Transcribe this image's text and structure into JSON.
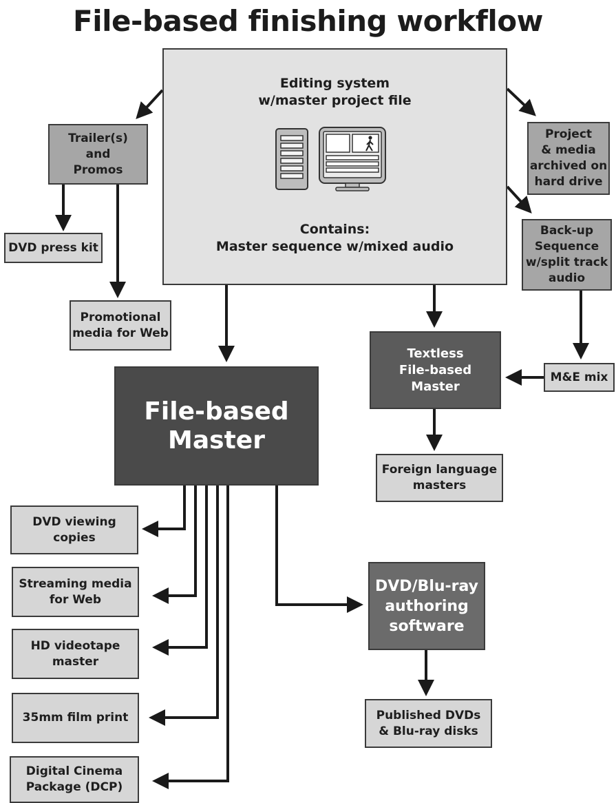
{
  "title": "File-based finishing workflow",
  "nodes": {
    "editing_system": "Editing system\nw/master project file",
    "contains": "Contains:\nMaster sequence w/mixed audio",
    "trailers": "Trailer(s)\nand\nPromos",
    "dvd_press_kit": "DVD press kit",
    "promotional_media": "Promotional\nmedia for Web",
    "project_archived": "Project\n& media\narchived on\nhard drive",
    "backup_sequence": "Back-up\nSequence\nw/split track\naudio",
    "textless_master": "Textless\nFile-based\nMaster",
    "me_mix": "M&E mix",
    "foreign_masters": "Foreign language\nmasters",
    "file_based_master": "File-based\nMaster",
    "dvd_viewing": "DVD viewing\ncopies",
    "streaming_media": "Streaming media\nfor Web",
    "hd_videotape": "HD videotape\nmaster",
    "film_print": "35mm film print",
    "dcp": "Digital Cinema\nPackage (DCP)",
    "authoring": "DVD/Blu-ray\nauthoring\nsoftware",
    "published_dvds": "Published DVDs\n& Blu-ray disks"
  },
  "icons": [
    "computer-tower-icon",
    "monitor-icon"
  ],
  "colors": {
    "light_box": "#d6d6d6",
    "mid_box": "#a6a6a6",
    "dark_box": "#4a4a4a",
    "editing_box": "#e2e2e2",
    "line": "#1a1a1a"
  }
}
